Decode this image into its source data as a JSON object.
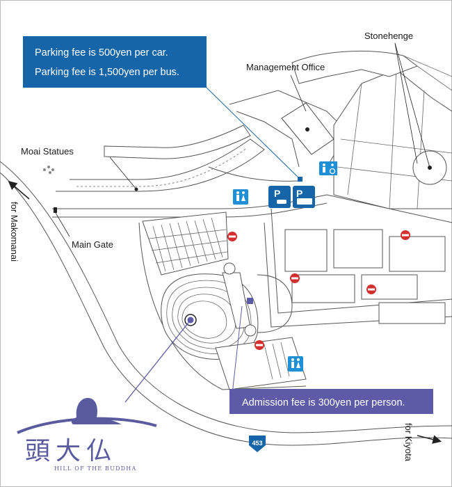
{
  "labels": {
    "stonehenge": "Stonehenge",
    "management_office": "Management Office",
    "moai_statues": "Moai Statues",
    "main_gate": "Main Gate",
    "for_makomanai": "for Makomanai",
    "for_kiyota": "for Kiyota",
    "route_number": "453"
  },
  "callouts": {
    "parking_line1": "Parking fee is 500yen per car.",
    "parking_line2": "Parking fee is 1,500yen per bus.",
    "admission": "Admission fee is 300yen per person."
  },
  "logo": {
    "kanji": "頭大仏",
    "subtitle": "HILL OF THE BUDDHA"
  },
  "icons": {
    "parking_sign_letter": "P",
    "restroom_icon": "restroom-icon",
    "wheelchair_icon": "wheelchair-icon",
    "no_entry_icon": "no-entry-icon",
    "car_parking_icon": "car-parking-icon",
    "bus_parking_icon": "bus-parking-icon"
  },
  "colors": {
    "callout_parking": "#1565a8",
    "callout_admission": "#5d5ba8",
    "info_sign": "#1f8fd6",
    "parking_sign": "#1565a8",
    "no_entry": "#d32f2f",
    "logo": "#5a5a9e"
  }
}
